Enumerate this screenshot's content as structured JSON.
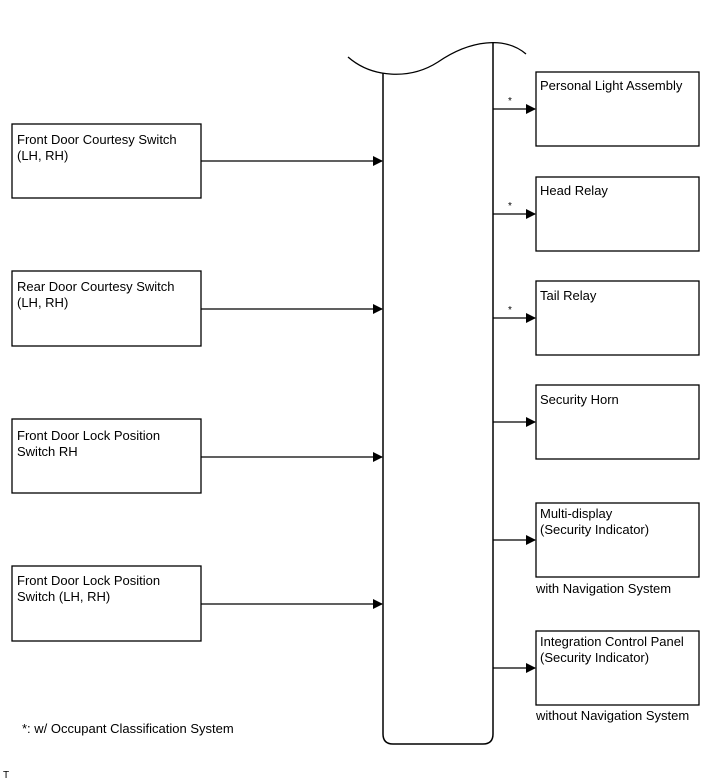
{
  "inputs": [
    {
      "line1": "Front Door Courtesy Switch",
      "line2": "(LH, RH)"
    },
    {
      "line1": "Rear Door Courtesy Switch",
      "line2": "(LH, RH)"
    },
    {
      "line1": "Front Door Lock Position",
      "line2": "Switch RH"
    },
    {
      "line1": "Front Door Lock Position",
      "line2": "Switch (LH, RH)"
    }
  ],
  "outputs": [
    {
      "line1": "Personal Light Assembly",
      "line2": "",
      "asterisk": "*",
      "caption": ""
    },
    {
      "line1": "Head Relay",
      "line2": "",
      "asterisk": "*",
      "caption": ""
    },
    {
      "line1": "Tail Relay",
      "line2": "",
      "asterisk": "*",
      "caption": ""
    },
    {
      "line1": "Security Horn",
      "line2": "",
      "asterisk": "",
      "caption": ""
    },
    {
      "line1": "Multi-display",
      "line2": "(Security Indicator)",
      "asterisk": "",
      "caption": "with Navigation System"
    },
    {
      "line1": "Integration Control Panel",
      "line2": "(Security Indicator)",
      "asterisk": "",
      "caption": "without Navigation System"
    }
  ],
  "footnote": "*: w/ Occupant Classification System",
  "corner_mark": "T",
  "colors": {
    "line": "#000000",
    "background": "#ffffff"
  }
}
